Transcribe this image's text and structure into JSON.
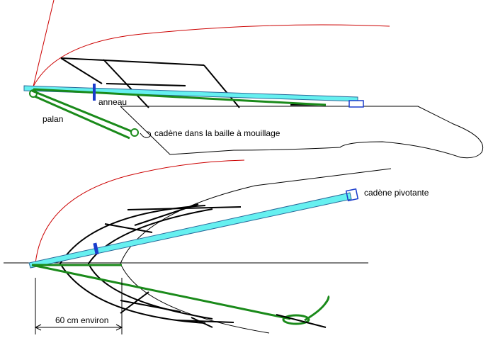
{
  "labels": {
    "anneau": "anneau",
    "palan": "palan",
    "cadene_baille": "cadène dans la baille à mouillage",
    "cadene_pivotante": "cadène pivotante",
    "distance": "60 cm environ"
  },
  "colors": {
    "bowsprit": "#66f0f0",
    "bowsprit_outline": "#2a6a9a",
    "hull": "#000000",
    "sail": "#000000",
    "rigging": "#cc0000",
    "line": "#1a8a1a",
    "fitting": "#0033cc"
  }
}
